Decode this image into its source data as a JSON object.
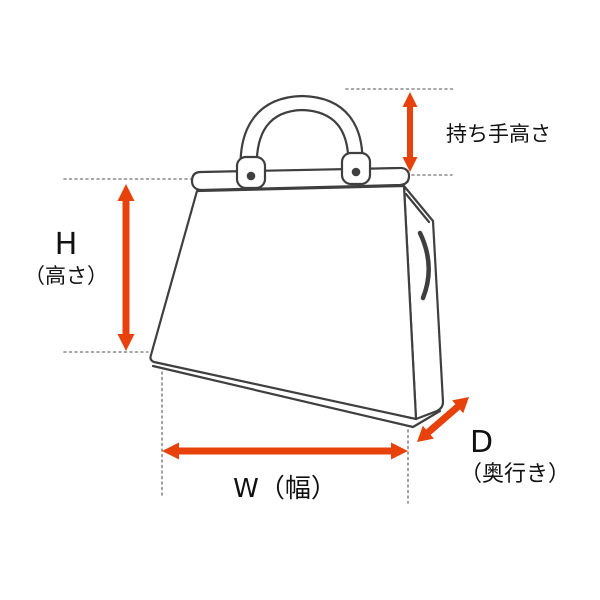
{
  "labels": {
    "handle_height": "持ち手高さ",
    "height_letter": "H",
    "height_caption": "（高さ）",
    "width": "W（幅）",
    "depth_letter": "D",
    "depth_caption": "（奥行き）"
  },
  "colors": {
    "arrow": "#e8420c",
    "line_art": "#3f3f3f",
    "guide": "#8a8a8a"
  }
}
